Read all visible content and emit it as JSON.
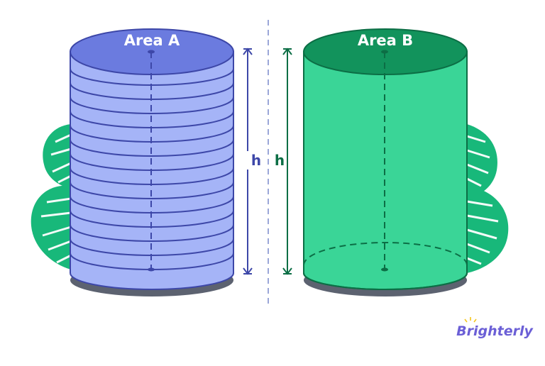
{
  "diagram": {
    "cylinder_a": {
      "label": "Area A",
      "height_label": "h",
      "color": "#a5b4f7",
      "top_color": "#6b7bdf",
      "stroke": "#3d47a8"
    },
    "cylinder_b": {
      "label": "Area B",
      "height_label": "h",
      "color": "#3ad597",
      "top_color": "#12935c",
      "stroke": "#0c6e45"
    },
    "shadow_color": "#5c6270",
    "leaf_color": "#18b87a",
    "divider_color": "#9aa6d8"
  },
  "brand": {
    "logo_text": "Brighterly",
    "logo_color": "#6b5fd6",
    "logo_accent": "#f5c518"
  }
}
